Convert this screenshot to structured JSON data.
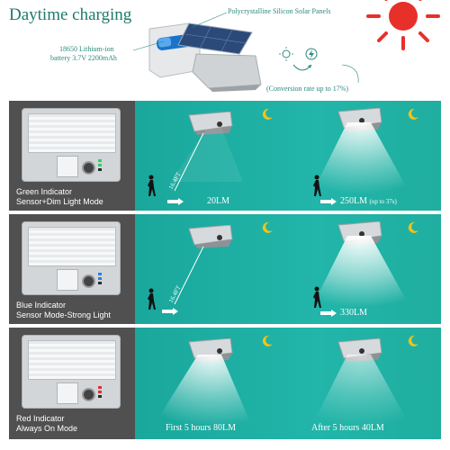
{
  "header": {
    "title": "Daytime charging",
    "solar_label": "Polycrystalline Silicon Solar Panels",
    "battery_label_line1": "18650 Lithium-ion",
    "battery_label_line2": "battery 3.7V 2200mAh",
    "conversion_label": "(Conversion rate up to 17%)"
  },
  "modes": [
    {
      "indicator_line1": "Green Indicator",
      "indicator_line2": "Sensor+Dim Light Mode",
      "distance": "16.4FT",
      "left_output": "20LM",
      "right_output": "250LM",
      "right_note": "(up to 37s)",
      "led_colors": [
        "#39c96b",
        "#39c96b",
        "#2c2c2c"
      ]
    },
    {
      "indicator_line1": "Blue Indicator",
      "indicator_line2": "Sensor Mode-Strong Light",
      "distance": "16.4FT",
      "right_output": "330LM",
      "led_colors": [
        "#2f7fe0",
        "#2f7fe0",
        "#2c2c2c"
      ]
    },
    {
      "indicator_line1": "Red Indicator",
      "indicator_line2": "Always On Mode",
      "left_output": "First 5 hours 80LM",
      "right_output": "After 5 hours 40LM",
      "led_colors": [
        "#e0322f",
        "#e0322f",
        "#2c2c2c"
      ]
    }
  ],
  "colors": {
    "title": "#1f7a6e",
    "panel_dark": "#505050",
    "panel_teal": "#18a79d",
    "sun": "#e8302a",
    "moon": "#f3c318"
  }
}
